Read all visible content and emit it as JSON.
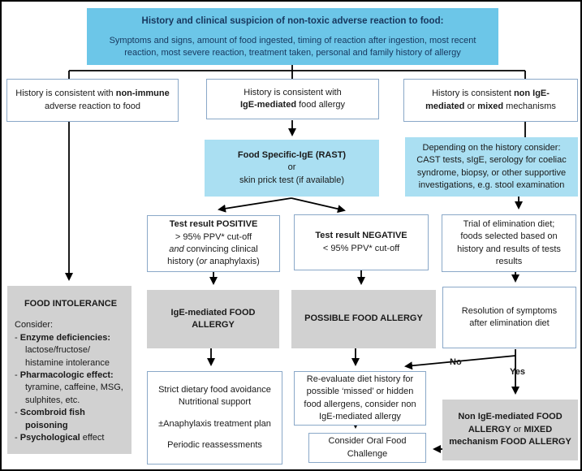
{
  "header": {
    "title": "History and clinical suspicion of non-toxic adverse reaction to food:",
    "body": "Symptoms and signs, amount of food ingested, timing of reaction after ingestion, most recent reaction, most severe reaction, treatment taken, personal and family history of allergy"
  },
  "nodes": {
    "l2_left": {
      "lines": [
        {
          "segs": [
            [
              "",
              "History is consistent with "
            ],
            [
              "b",
              "non-immune"
            ],
            [
              "",
              " adverse reaction to food"
            ]
          ]
        }
      ]
    },
    "l2_mid": {
      "lines": [
        {
          "segs": [
            [
              "",
              "History is consistent with"
            ]
          ]
        },
        {
          "segs": [
            [
              "b",
              "IgE-mediated"
            ],
            [
              "",
              " food allergy"
            ]
          ]
        }
      ]
    },
    "l2_right": {
      "lines": [
        {
          "segs": [
            [
              "",
              "History is consistent "
            ],
            [
              "b",
              "non IgE-"
            ]
          ]
        },
        {
          "segs": [
            [
              "b",
              "mediated"
            ],
            [
              "",
              " or "
            ],
            [
              "b",
              "mixed"
            ],
            [
              "",
              " mechanisms"
            ]
          ]
        }
      ]
    },
    "rast": {
      "lines": [
        {
          "segs": [
            [
              "b",
              "Food Specific-IgE (RAST)"
            ]
          ]
        },
        {
          "segs": [
            [
              "",
              "or"
            ]
          ]
        },
        {
          "segs": [
            [
              "",
              "skin prick test (if available)"
            ]
          ]
        }
      ]
    },
    "depending": {
      "lines": [
        {
          "segs": [
            [
              "",
              "Depending on the history consider:"
            ]
          ]
        },
        {
          "segs": [
            [
              "",
              "CAST tests, sIgE, serology for coeliac"
            ]
          ]
        },
        {
          "segs": [
            [
              "",
              "syndrome, biopsy, or other supportive"
            ]
          ]
        },
        {
          "segs": [
            [
              "",
              "investigations, e.g. stool examination"
            ]
          ]
        }
      ]
    },
    "positive": {
      "lines": [
        {
          "segs": [
            [
              "b",
              "Test result POSITIVE"
            ]
          ]
        },
        {
          "segs": [
            [
              "",
              "> 95% PPV* cut-off"
            ]
          ]
        },
        {
          "segs": [
            [
              "i",
              "and"
            ],
            [
              "",
              " convincing clinical"
            ]
          ]
        },
        {
          "segs": [
            [
              "",
              "history ("
            ],
            [
              "i",
              "or"
            ],
            [
              "",
              " anaphylaxis)"
            ]
          ]
        }
      ]
    },
    "negative": {
      "lines": [
        {
          "segs": [
            [
              "b",
              "Test result NEGATIVE"
            ]
          ]
        },
        {
          "segs": [
            [
              "",
              "< 95% PPV* cut-off"
            ]
          ]
        }
      ]
    },
    "trial": {
      "lines": [
        {
          "segs": [
            [
              "",
              "Trial of elimination diet;"
            ]
          ]
        },
        {
          "segs": [
            [
              "",
              "foods selected based on"
            ]
          ]
        },
        {
          "segs": [
            [
              "",
              "history and results of tests"
            ]
          ]
        },
        {
          "segs": [
            [
              "",
              "results"
            ]
          ]
        }
      ]
    },
    "intolerance": {
      "title": "FOOD INTOLERANCE",
      "lines": [
        {
          "segs": [
            [
              "",
              "Consider:"
            ]
          ]
        },
        {
          "segs": [
            [
              "",
              "- "
            ],
            [
              "b",
              "Enzyme deficiencies:"
            ]
          ]
        },
        {
          "ind": true,
          "segs": [
            [
              "",
              "lactose/fructose/"
            ]
          ]
        },
        {
          "ind": true,
          "segs": [
            [
              "",
              "histamine intolerance"
            ]
          ]
        },
        {
          "segs": [
            [
              "",
              "- "
            ],
            [
              "b",
              "Pharmacologic effect:"
            ]
          ]
        },
        {
          "ind": true,
          "segs": [
            [
              "",
              "tyramine, caffeine, MSG,"
            ]
          ]
        },
        {
          "ind": true,
          "segs": [
            [
              "",
              "sulphites, etc."
            ]
          ]
        },
        {
          "segs": [
            [
              "",
              "- "
            ],
            [
              "b",
              "Scombroid fish"
            ]
          ]
        },
        {
          "ind": true,
          "segs": [
            [
              "b",
              "poisoning"
            ]
          ]
        },
        {
          "segs": [
            [
              "",
              "- "
            ],
            [
              "b",
              "Psychological"
            ],
            [
              "",
              " effect"
            ]
          ]
        }
      ]
    },
    "ige_allergy": {
      "lines": [
        {
          "segs": [
            [
              "b",
              "IgE-mediated FOOD"
            ]
          ]
        },
        {
          "segs": [
            [
              "b",
              "ALLERGY"
            ]
          ]
        }
      ]
    },
    "possible": {
      "lines": [
        {
          "segs": [
            [
              "b",
              "POSSIBLE FOOD ALLERGY"
            ]
          ]
        }
      ]
    },
    "resolution": {
      "lines": [
        {
          "segs": [
            [
              "",
              "Resolution of symptoms"
            ]
          ]
        },
        {
          "segs": [
            [
              "",
              "after elimination diet"
            ]
          ]
        }
      ]
    },
    "strict": {
      "lines": [
        {
          "segs": [
            [
              "",
              "Strict dietary food avoidance"
            ]
          ]
        },
        {
          "segs": [
            [
              "",
              "Nutritional support"
            ]
          ]
        },
        {
          "segs": [
            [
              "",
              ""
            ]
          ]
        },
        {
          "segs": [
            [
              "",
              "±Anaphylaxis treatment plan"
            ]
          ]
        },
        {
          "segs": [
            [
              "",
              ""
            ]
          ]
        },
        {
          "segs": [
            [
              "",
              "Periodic reassessments"
            ]
          ]
        }
      ]
    },
    "reevaluate": {
      "lines": [
        {
          "segs": [
            [
              "",
              "Re-evaluate diet history for"
            ]
          ]
        },
        {
          "segs": [
            [
              "",
              "possible ‘missed’ or hidden"
            ]
          ]
        },
        {
          "segs": [
            [
              "",
              "food allergens, consider non"
            ]
          ]
        },
        {
          "segs": [
            [
              "",
              "IgE-mediated allergy"
            ]
          ]
        }
      ]
    },
    "challenge": {
      "lines": [
        {
          "segs": [
            [
              "",
              "Consider Oral Food"
            ]
          ]
        },
        {
          "segs": [
            [
              "",
              "Challenge"
            ]
          ]
        }
      ]
    },
    "nonige": {
      "lines": [
        {
          "segs": [
            [
              "b",
              "Non IgE-mediated FOOD"
            ]
          ]
        },
        {
          "segs": [
            [
              "b",
              "ALLERGY"
            ],
            [
              "",
              " or "
            ],
            [
              "b",
              "MIXED"
            ]
          ]
        },
        {
          "segs": [
            [
              "b",
              "mechanism FOOD ALLERGY"
            ]
          ]
        }
      ]
    }
  },
  "labels": {
    "no": "No",
    "yes": "Yes"
  },
  "colors": {
    "header_blue": "#6cc6e8",
    "header_text": "#17375e",
    "light_blue": "#aadff2",
    "gray": "#d1d1d1",
    "box_border": "#8aa8c8",
    "arrow": "#000000"
  }
}
